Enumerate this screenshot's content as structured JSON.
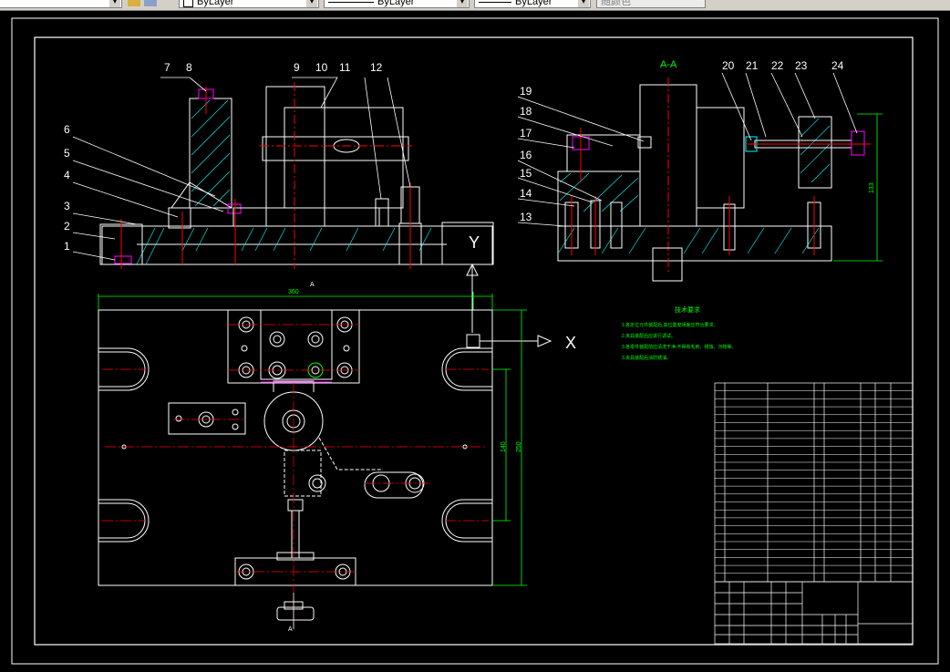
{
  "toolbar": {
    "color_control": "ByLayer",
    "linetype_control": "ByLayer",
    "lineweight_control": "ByLayer",
    "plotstyle_control": "随颜色"
  },
  "drawing": {
    "part_numbers_left": [
      "1",
      "2",
      "3",
      "4",
      "5",
      "6",
      "7",
      "8",
      "9",
      "10",
      "11",
      "12"
    ],
    "part_numbers_right": [
      "13",
      "14",
      "15",
      "16",
      "17",
      "18",
      "19",
      "20",
      "21",
      "22",
      "23",
      "24"
    ],
    "section_label": "A-A",
    "view_y": "Y",
    "view_x": "X",
    "section_mark_top": "A",
    "section_mark_bottom": "A",
    "dim_width": "360",
    "dim_h1": "140",
    "dim_h2": "250",
    "dim_right_height": "133",
    "tech_title": "技术要求",
    "tech_notes": [
      "1.各定位元件装配后,其位置度误差应符合要求。",
      "2.夹具装配后应进行调试。",
      "3.各零件装配前应清洗干净,不得有毛刺、锈蚀、污物等。",
      "3.夹具装配后涂防锈油。"
    ]
  },
  "colors": {
    "background": "#000000",
    "white": "#ffffff",
    "green": "#00ff00",
    "red": "#ff0000",
    "cyan": "#00ffff",
    "magenta": "#ff00ff",
    "yellow": "#ffff00"
  }
}
